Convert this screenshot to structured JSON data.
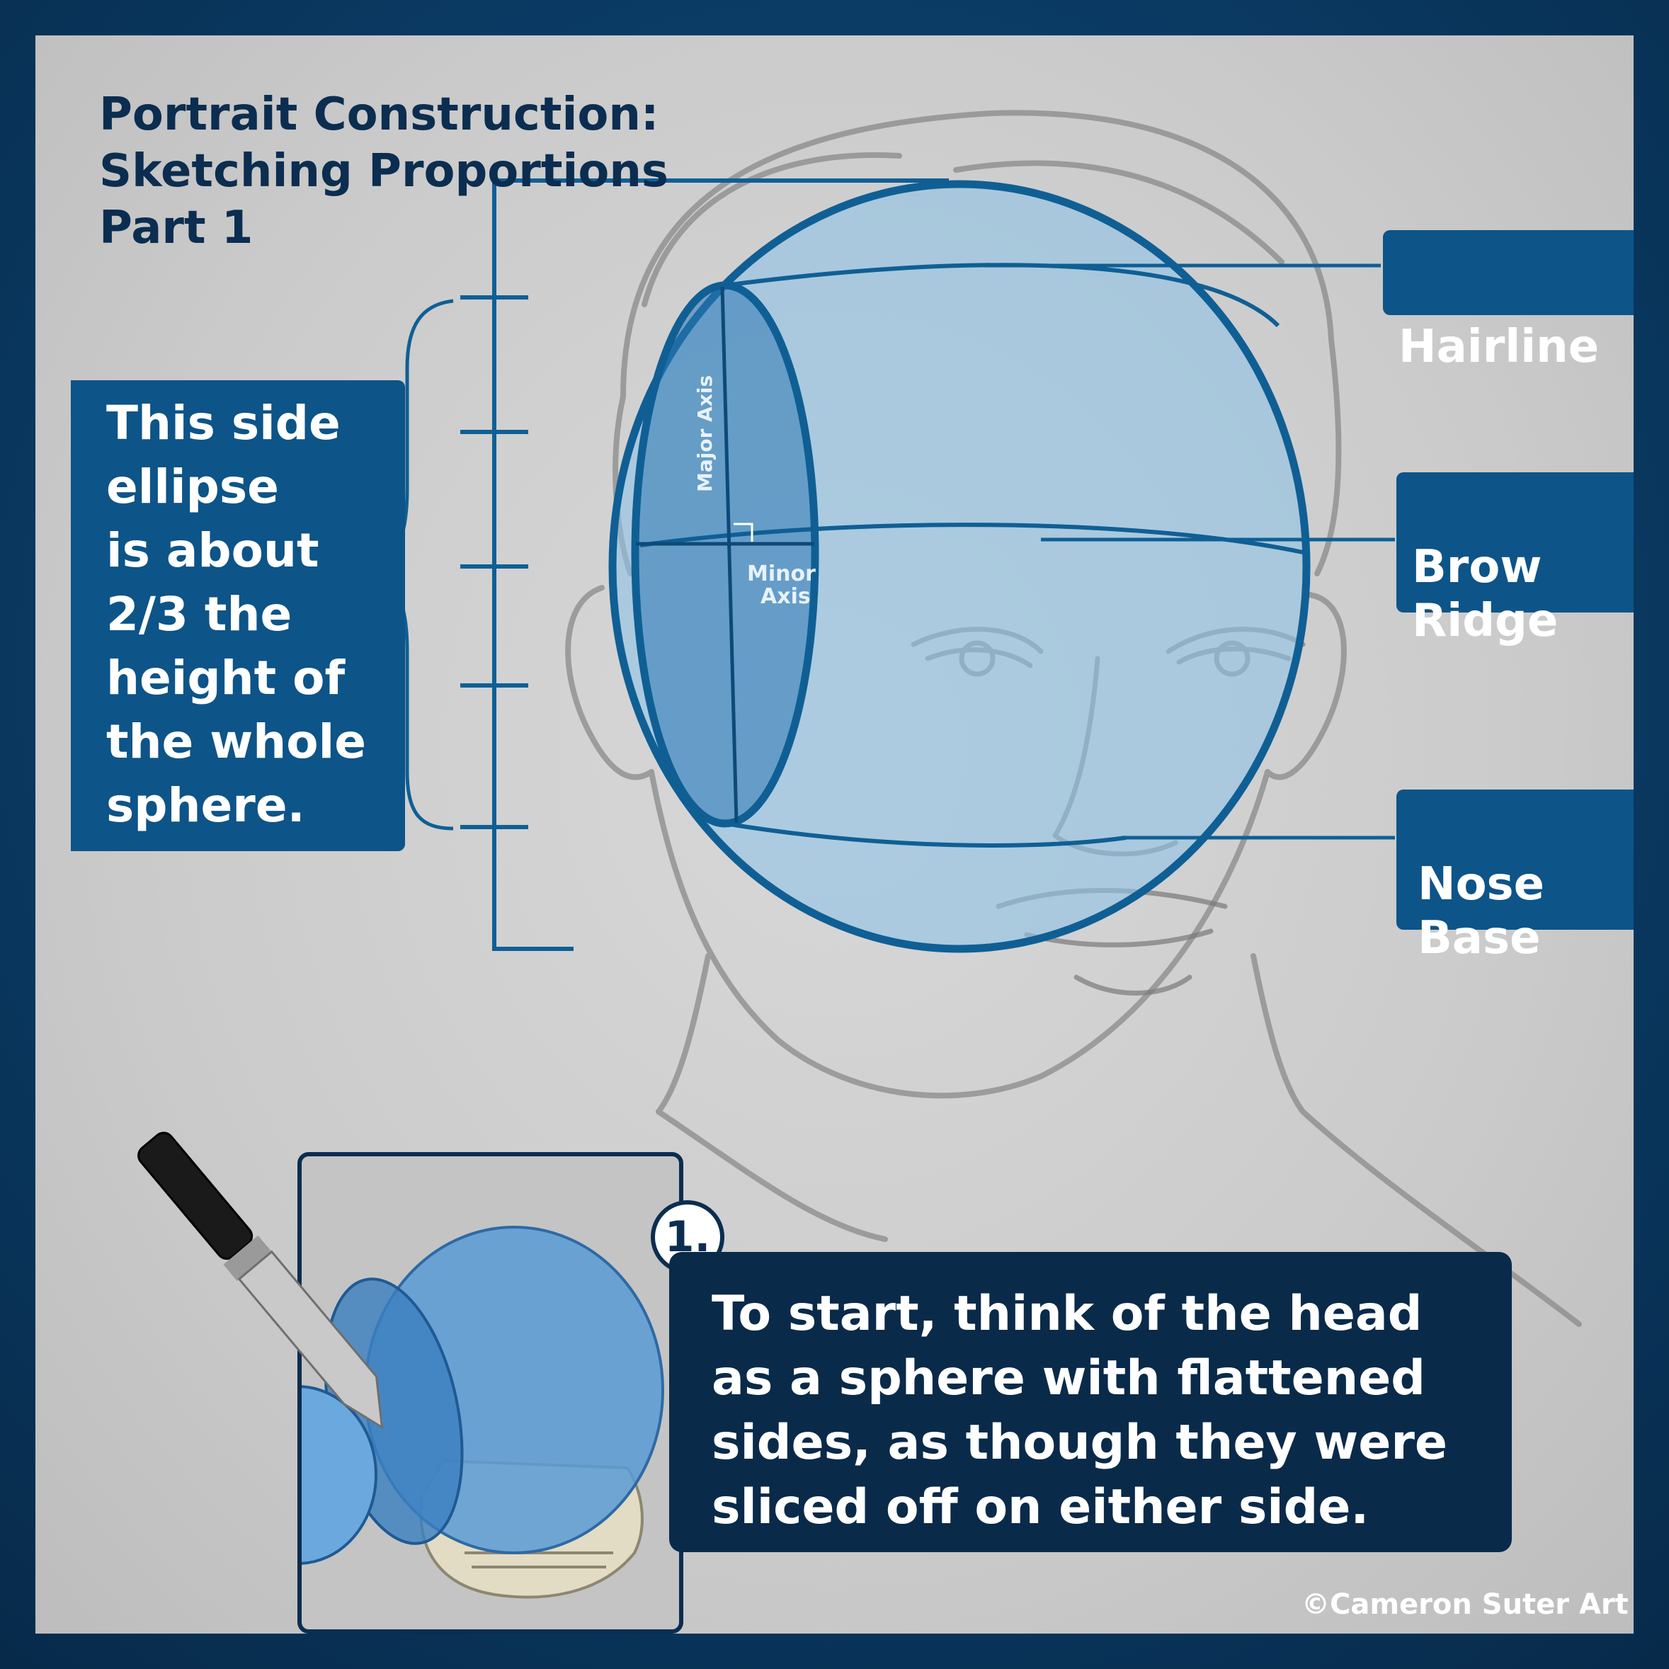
{
  "title": "Portrait Construction:\nSketching Proportions\nPart 1",
  "labels": {
    "hairline": "Hairline",
    "brow_ridge": "Brow\nRidge",
    "nose_base": "Nose\nBase"
  },
  "side_note": "This side\nellipse\nis about\n2/3 the\nheight of\nthe whole\nsphere.",
  "axes": {
    "major": "Major Axis",
    "minor_line1": "Minor",
    "minor_line2": "Axis"
  },
  "step": {
    "number": "1.",
    "text": "To start, think of the head\nas a sphere with flattened\nsides, as though they were\nsliced off on either side."
  },
  "credit": "©Cameron Suter Art",
  "colors": {
    "frame": "#0a3a63",
    "label_box": "#0d5488",
    "callout": "#0a2a4a",
    "sphere_stroke": "#0f5f95",
    "sphere_fill": "#8fc3e6"
  }
}
